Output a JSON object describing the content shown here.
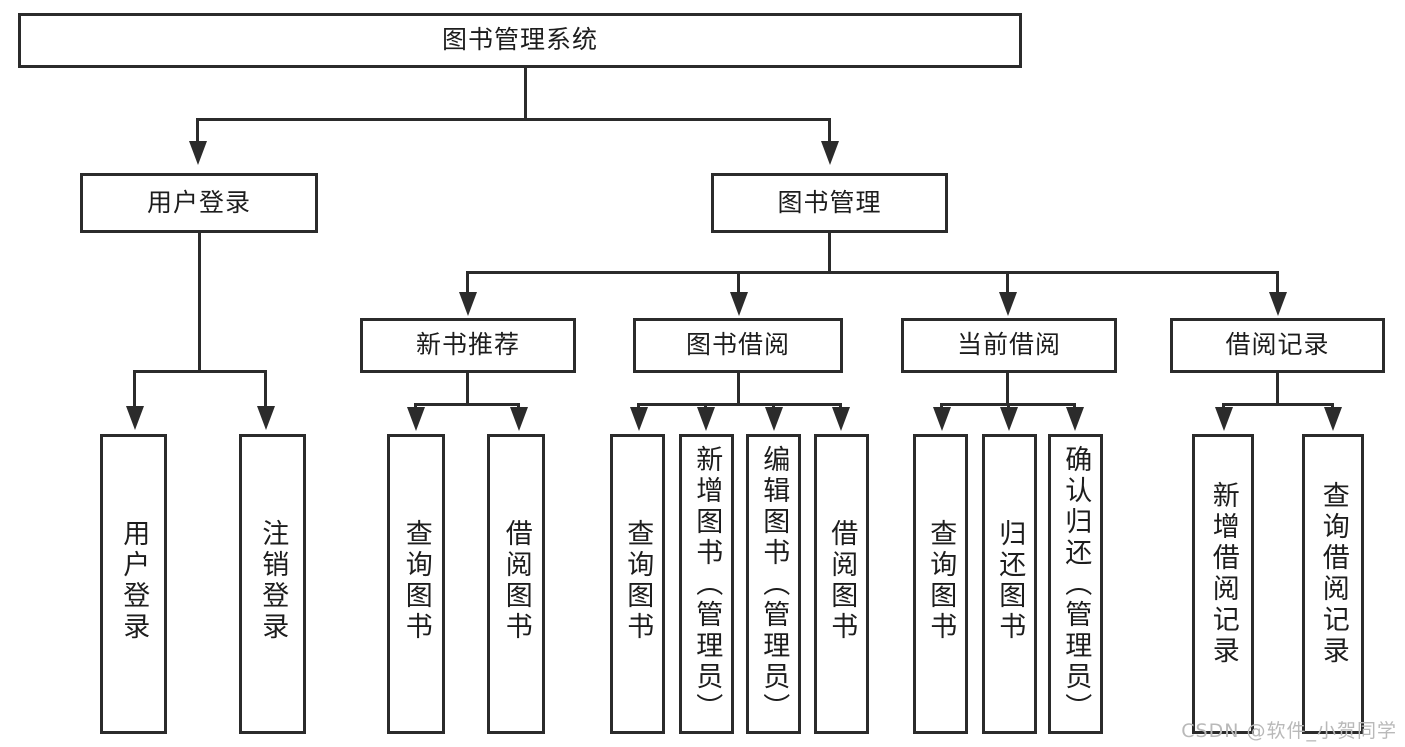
{
  "diagram": {
    "title": "图书管理系统",
    "watermark": "CSDN @软件_小贺同学",
    "level2": {
      "user_login": "用户登录",
      "book_manage": "图书管理"
    },
    "level3": {
      "new_book_rec": "新书推荐",
      "book_borrow": "图书借阅",
      "current_borrow": "当前借阅",
      "borrow_record": "借阅记录"
    },
    "leaves": {
      "user_login_1": "用户登录",
      "user_login_2": "注销登录",
      "newbook_1": "查询图书",
      "newbook_2": "借阅图书",
      "borrow_1": "查询图书",
      "borrow_2": "新增图书（管理员）",
      "borrow_3": "编辑图书（管理员）",
      "borrow_4": "借阅图书",
      "current_1": "查询图书",
      "current_2": "归还图书",
      "current_3": "确认归还（管理员）",
      "record_1": "新增借阅记录",
      "record_2": "查询借阅记录"
    },
    "colors": {
      "stroke": "#2b2b2b",
      "fill": "#ffffff",
      "text": "#1d1d1d",
      "watermark": "#b9b9b9"
    }
  }
}
